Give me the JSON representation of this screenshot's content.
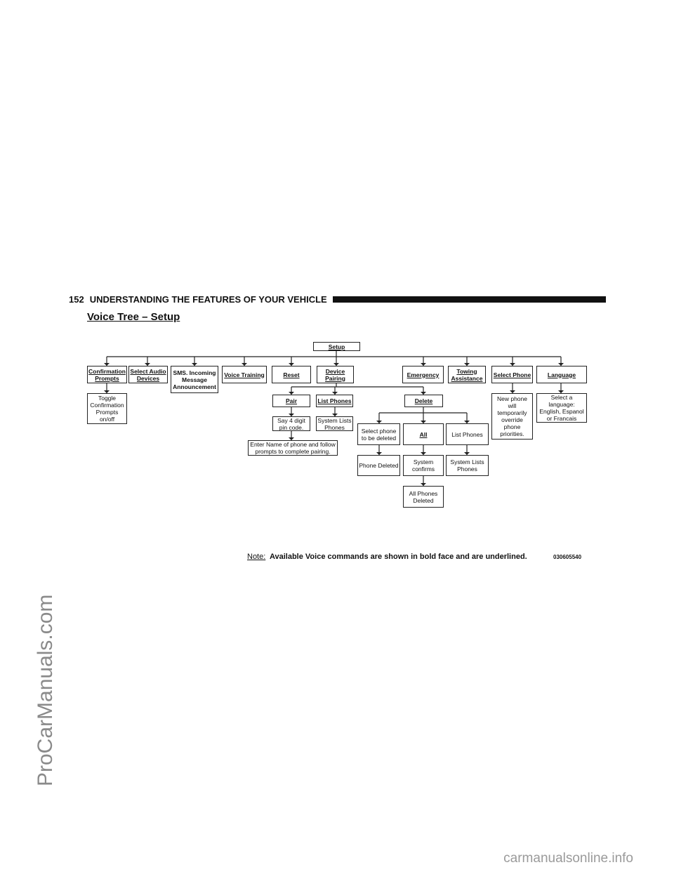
{
  "watermark_left": "ProCarManuals.com",
  "watermark_bottom": "carmanualsonline.info",
  "header": {
    "page_number": "152",
    "section_title": "UNDERSTANDING THE FEATURES OF YOUR VEHICLE"
  },
  "title": "Voice Tree – Setup",
  "tree": {
    "root": "Setup",
    "level1": {
      "confirmation_prompts": "Confirmation\nPrompts",
      "select_audio_devices": "Select Audio\nDevices",
      "sms_incoming": "SMS. Incoming\nMessage\nAnnouncement",
      "voice_training": "Voice Training",
      "reset": "Reset",
      "device_pairing": "Device\nPairing",
      "emergency": "Emergency",
      "towing_assistance": "Towing\nAssistance",
      "select_phone": "Select Phone",
      "language": "Language"
    },
    "toggle_confirmation": "Toggle\nConfirmation\nPrompts\non/off",
    "pair": "Pair",
    "list_phones_cmd": "List Phones",
    "delete": "Delete",
    "say_pin": "Say 4 digit\npin code.",
    "enter_name": "Enter Name of phone and follow\nprompts to complete pairing.",
    "system_lists_phones_1": "System Lists\nPhones",
    "select_phone_to_delete": "Select phone\nto be deleted",
    "all": "All",
    "list_phones_plain": "List Phones",
    "phone_deleted": "Phone Deleted",
    "system_confirms": "System\nconfirms",
    "system_lists_phones_2": "System Lists\nPhones",
    "all_phones_deleted": "All Phones\nDeleted",
    "new_phone_override": "New phone\nwill\ntemporarily\noverride\nphone\npriorities.",
    "select_language": "Select a language:\nEnglish, Espanol\nor Francais"
  },
  "note": {
    "label": "Note:",
    "text": "Available Voice commands are shown in bold face and are underlined."
  },
  "figure_code": "030605540"
}
